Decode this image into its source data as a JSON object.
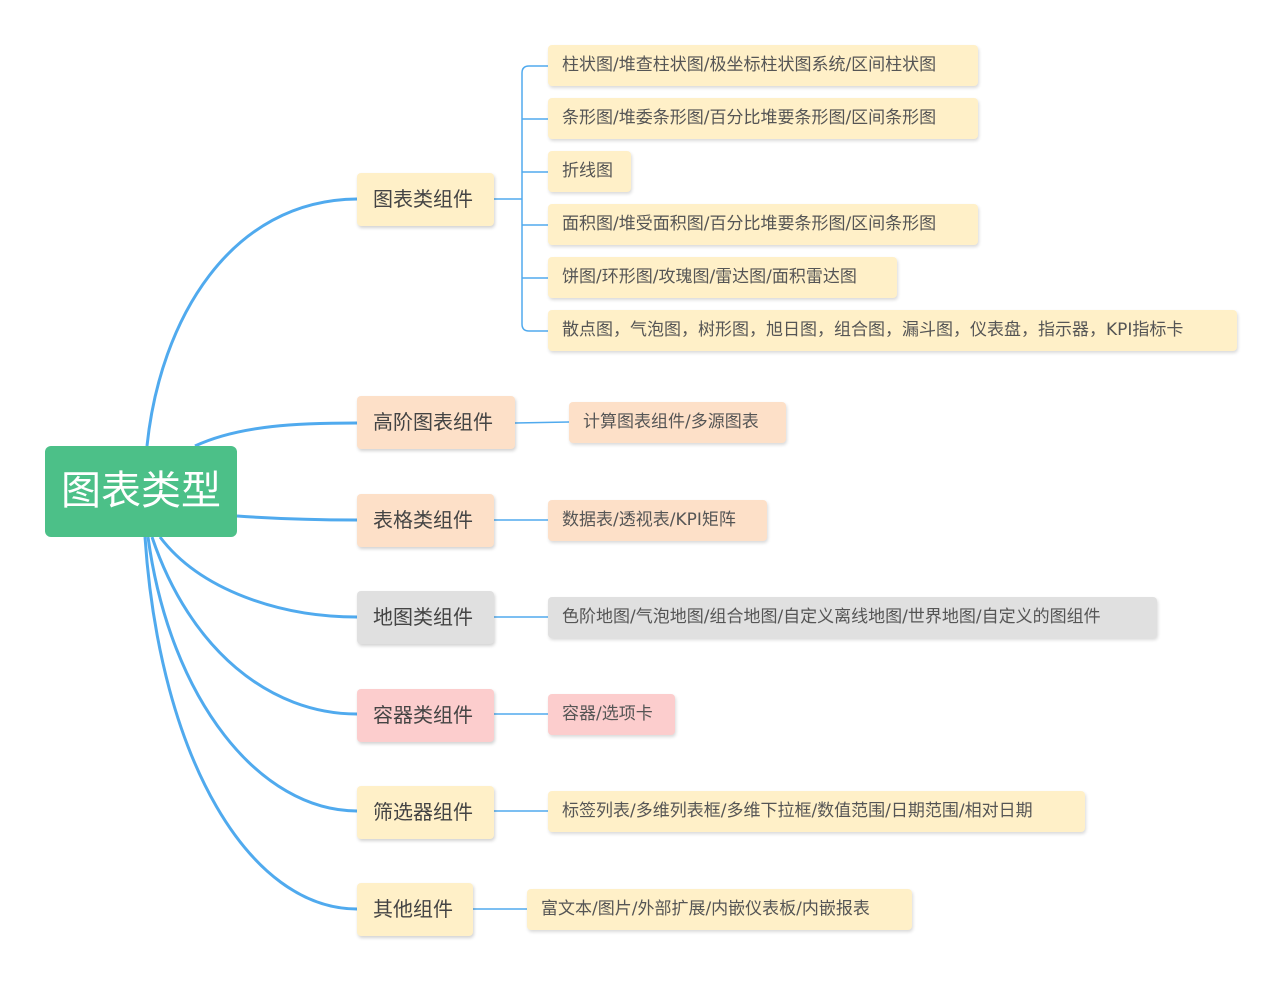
{
  "root": {
    "label": "图表类型",
    "color": "#4cc088"
  },
  "branches": [
    {
      "label": "图表类组件",
      "color": "#fff0c8",
      "children": [
        "柱状图/堆查柱状图/极坐标柱状图系统/区间柱状图",
        "条形图/堆委条形图/百分比堆要条形图/区间条形图",
        "折线图",
        "面积图/堆受面积图/百分比堆要条形图/区间条形图",
        "饼图/环形图/攻瑰图/雷达图/面积雷达图",
        "散点图，气泡图，树形图，旭日图，组合图，漏斗图，仪表盘，指示器，KPI指标卡"
      ]
    },
    {
      "label": "高阶图表组件",
      "color": "#fde0c8",
      "children": [
        "计算图表组件/多源图表"
      ]
    },
    {
      "label": "表格类组件",
      "color": "#fde0c8",
      "children": [
        "数据表/透视表/KPI矩阵"
      ]
    },
    {
      "label": "地图类组件",
      "color": "#e0e0e0",
      "children": [
        "色阶地图/气泡地图/组合地图/自定义离线地图/世界地图/自定义的图组件"
      ]
    },
    {
      "label": "容器类组件",
      "color": "#fccdcd",
      "children": [
        "容器/选项卡"
      ]
    },
    {
      "label": "筛选器组件",
      "color": "#fff0c8",
      "children": [
        "标签列表/多维列表框/多维下拉框/数值范围/日期范围/相对日期"
      ]
    },
    {
      "label": "其他组件",
      "color": "#fff0c8",
      "children": [
        "富文本/图片/外部扩展/内嵌仪表板/内嵌报表"
      ]
    }
  ],
  "line_color": "#50aaee"
}
